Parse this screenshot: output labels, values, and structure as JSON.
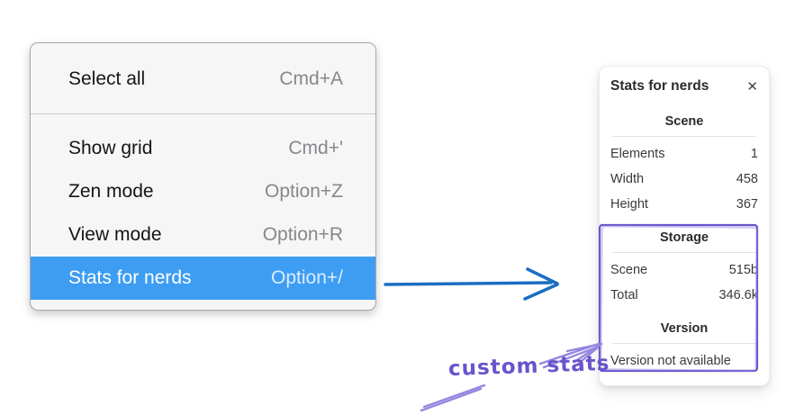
{
  "context_menu": {
    "top_items": [
      {
        "label": "Select all",
        "shortcut": "Cmd+A"
      }
    ],
    "items": [
      {
        "label": "Show grid",
        "shortcut": "Cmd+'"
      },
      {
        "label": "Zen mode",
        "shortcut": "Option+Z"
      },
      {
        "label": "View mode",
        "shortcut": "Option+R"
      },
      {
        "label": "Stats for nerds",
        "shortcut": "Option+/"
      }
    ],
    "highlight_color": "#3d9df2"
  },
  "stats_panel": {
    "title": "Stats for nerds",
    "close_icon": "✕",
    "scene": {
      "heading": "Scene",
      "rows": [
        {
          "label": "Elements",
          "value": "1"
        },
        {
          "label": "Width",
          "value": "458"
        },
        {
          "label": "Height",
          "value": "367"
        }
      ]
    },
    "storage": {
      "heading": "Storage",
      "rows": [
        {
          "label": "Scene",
          "value": "515b"
        },
        {
          "label": "Total",
          "value": "346.6k"
        }
      ]
    },
    "version": {
      "heading": "Version",
      "note": "Version not available"
    }
  },
  "annotation": {
    "label": "custom stats",
    "purple": "#6a53cc",
    "purple_light": "#9487e2",
    "blue": "#1b6ec2"
  }
}
